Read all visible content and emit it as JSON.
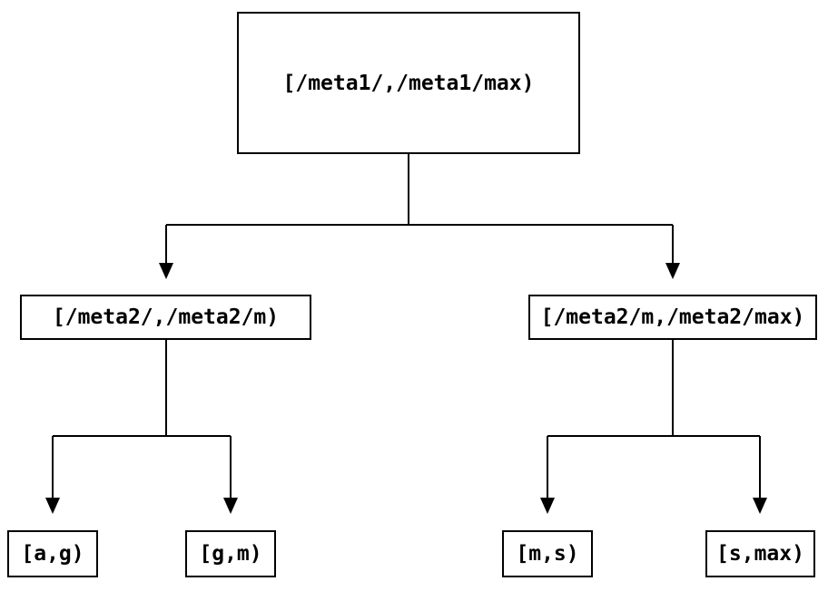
{
  "diagram": {
    "type": "interval-partition-tree",
    "colors": {
      "background": "#ffffff",
      "line": "#000000",
      "box_border": "#000000",
      "text": "#000000"
    },
    "nodes": {
      "root": {
        "label": "[/meta1/,/meta1/max)"
      },
      "meta2_lo": {
        "label": "[/meta2/,/meta2/m)"
      },
      "meta2_hi": {
        "label": "[/meta2/m,/meta2/max)"
      },
      "leaf_ag": {
        "label": "[a,g)"
      },
      "leaf_gm": {
        "label": "[g,m)"
      },
      "leaf_ms": {
        "label": "[m,s)"
      },
      "leaf_smax": {
        "label": "[s,max)"
      }
    },
    "edges": [
      {
        "from": "root",
        "to": "meta2_lo"
      },
      {
        "from": "root",
        "to": "meta2_hi"
      },
      {
        "from": "meta2_lo",
        "to": "leaf_ag"
      },
      {
        "from": "meta2_lo",
        "to": "leaf_gm"
      },
      {
        "from": "meta2_hi",
        "to": "leaf_ms"
      },
      {
        "from": "meta2_hi",
        "to": "leaf_smax"
      }
    ]
  }
}
